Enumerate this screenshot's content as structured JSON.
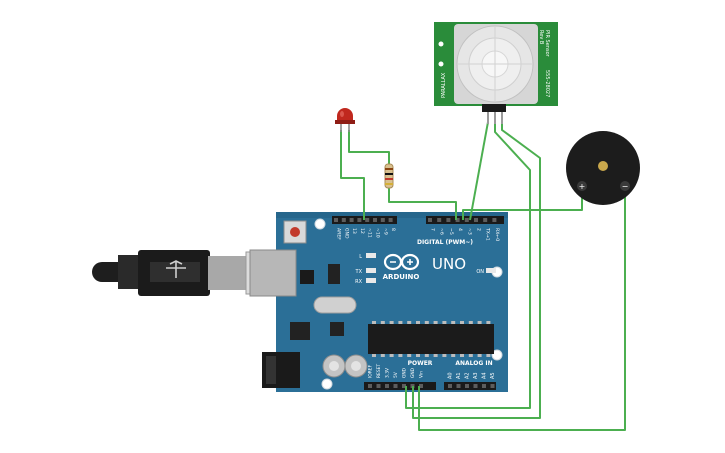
{
  "board": {
    "name": "UNO",
    "brand": "ARDUINO",
    "digital_header": "DIGITAL (PWM~)",
    "power_header": "POWER",
    "analog_header": "ANALOG IN",
    "led_l": "L",
    "led_tx": "TX",
    "led_rx": "RX",
    "on_label": "ON",
    "digital_pins": [
      "AREF",
      "GND",
      "13",
      "12",
      "~11",
      "~10",
      "~9",
      "8",
      "7",
      "~6",
      "~5",
      "4",
      "~3",
      "2",
      "TX→1",
      "RX←0"
    ],
    "power_pins": [
      "IOREF",
      "RESET",
      "3.3V",
      "5V",
      "GND",
      "GND",
      "Vin"
    ],
    "analog_pins": [
      "A0",
      "A1",
      "A2",
      "A3",
      "A4",
      "A5"
    ]
  },
  "pir": {
    "label_right": "PIR Sensor",
    "label_right_2": "Rev B",
    "part_number": "555-28027",
    "brand": "PARALLAX"
  },
  "buzzer": {
    "plus": "+",
    "minus": "−"
  },
  "colors": {
    "board": "#2b6f97",
    "board_dark": "#1e5577",
    "wire": "#4caf50",
    "pir_board": "#2a8c3a",
    "led": "#c0281e",
    "buzzer": "#1c1c1c",
    "header": "#1a1a1a"
  }
}
